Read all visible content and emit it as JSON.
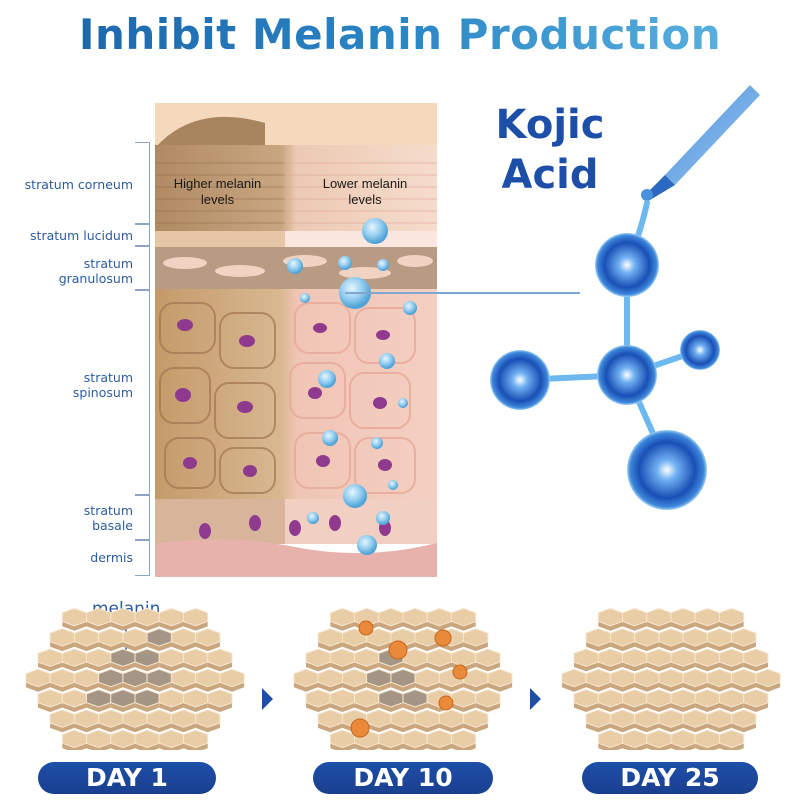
{
  "title": "Inhibit Melanin Production",
  "active_ingredient": {
    "line1": "Kojic",
    "line2": "Acid"
  },
  "skin_layers": [
    {
      "label_lines": [
        "stratum corneum"
      ]
    },
    {
      "label_lines": [
        "stratum lucidum"
      ]
    },
    {
      "label_lines": [
        "stratum",
        "granulosum"
      ]
    },
    {
      "label_lines": [
        "stratum",
        "spinosum"
      ]
    },
    {
      "label_lines": [
        "stratum",
        "basale"
      ]
    },
    {
      "label_lines": [
        "dermis"
      ]
    }
  ],
  "melanin_levels": {
    "higher": {
      "line1": "Higher melanin",
      "line2": "levels"
    },
    "lower": {
      "line1": "Lower melanin",
      "line2": "levels"
    }
  },
  "melanin_label": "melanin",
  "timeline": [
    {
      "label": "DAY 1"
    },
    {
      "label": "DAY 10"
    },
    {
      "label": "DAY 25"
    }
  ],
  "colors": {
    "title_start": "#1b5fa8",
    "title_end": "#63b9e6",
    "ingredient_text": "#1d4ea8",
    "layer_label": "#2c5ca0",
    "pill_bg": "#1e4fa8",
    "skin_tan": "#e8cda6",
    "melanin_dark": "#a59584",
    "molecule_blue": "#1e5cc4"
  }
}
